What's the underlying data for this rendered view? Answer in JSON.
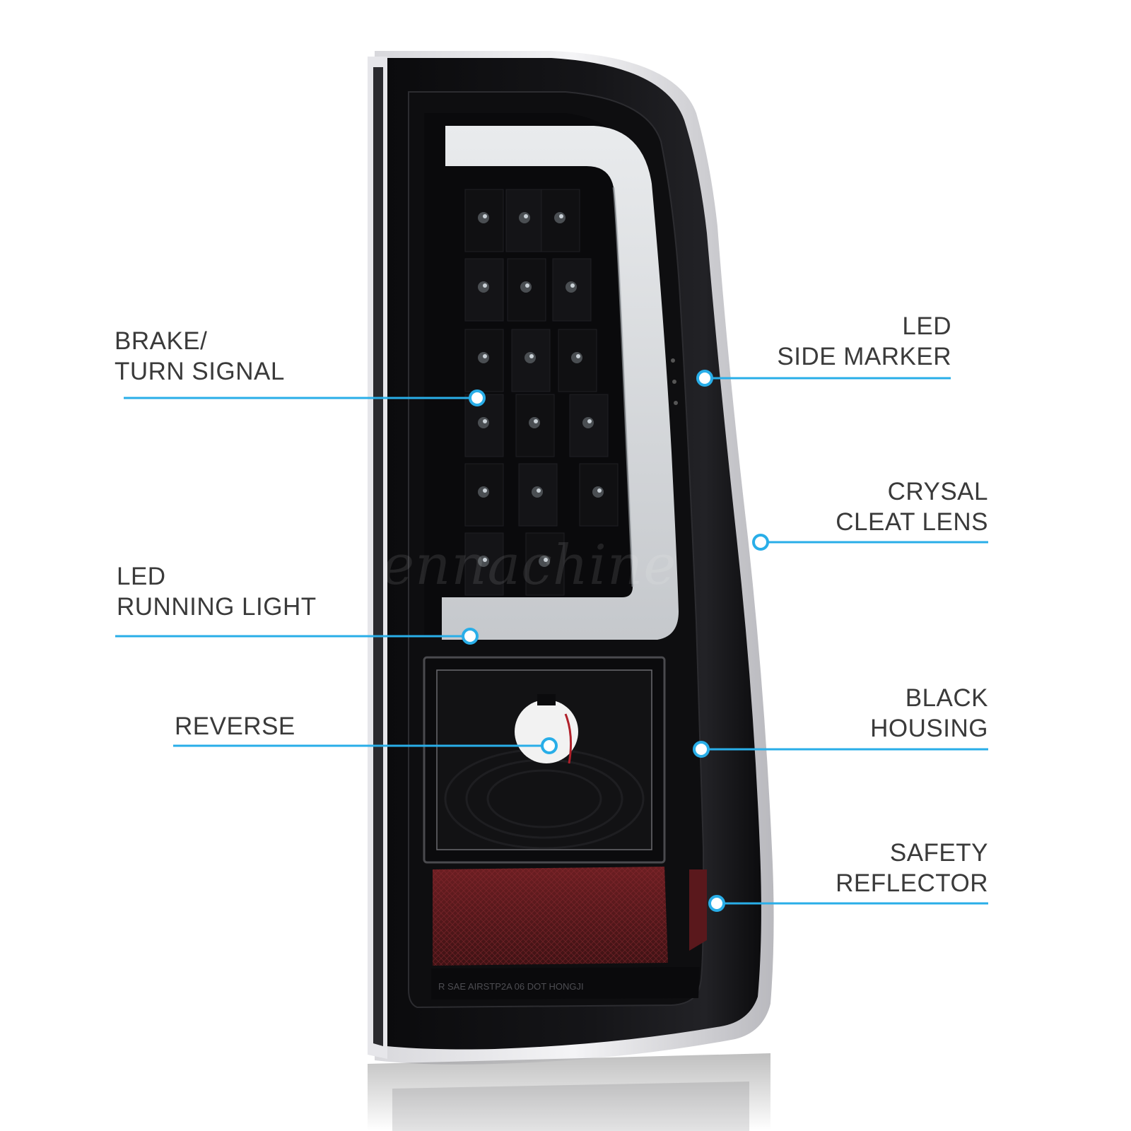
{
  "accent_color": "#29aee8",
  "callouts": {
    "brake_turn_signal": {
      "line1": "BRAKE/",
      "line2": "TURN SIGNAL"
    },
    "led_running_light": {
      "line1": "LED",
      "line2": "RUNNING LIGHT"
    },
    "reverse": {
      "line1": "REVERSE"
    },
    "led_side_marker": {
      "line1": "LED",
      "line2": "SIDE MARKER"
    },
    "crystal_clear_lens": {
      "line1": "CRYSAL",
      "line2": "CLEAT LENS"
    },
    "black_housing": {
      "line1": "BLACK",
      "line2": "HOUSING"
    },
    "safety_reflector": {
      "line1": "SAFETY",
      "line2": "REFLECTOR"
    }
  },
  "lens_marking": "R   SAE  AIRSTP2A  06  DOT  HONGJI",
  "watermark": "ennachine"
}
